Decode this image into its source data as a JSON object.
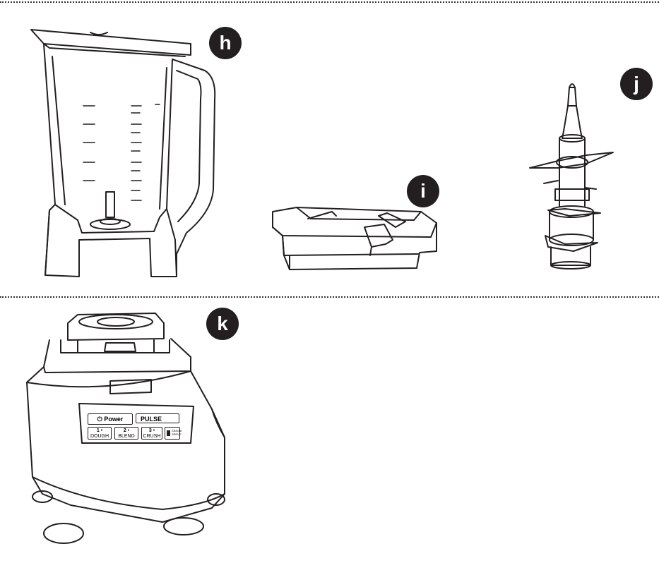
{
  "badges": {
    "h": "h",
    "i": "i",
    "j": "j",
    "k": "k"
  },
  "control_panel": {
    "power": "Power",
    "pulse": "PULSE",
    "buttons": [
      {
        "num": "1",
        "name": "DOUGH"
      },
      {
        "num": "2",
        "name": "BLEND"
      },
      {
        "num": "3",
        "name": "CRUSH"
      }
    ],
    "single_serve": "SINGLE SERVE"
  },
  "colors": {
    "ink": "#231f20",
    "fill": "#ffffff"
  },
  "icons": [
    "power-icon",
    "cup-icon"
  ]
}
